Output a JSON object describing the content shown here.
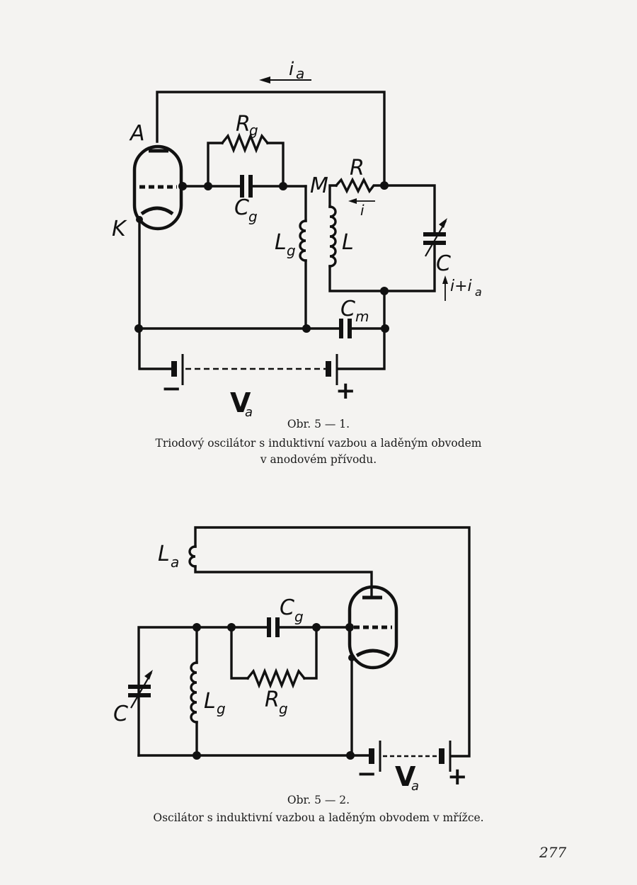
{
  "figure1": {
    "labels": {
      "anode": "A",
      "cathode": "K",
      "rg": "R",
      "rg_sub": "g",
      "cg": "C",
      "cg_sub": "g",
      "lg": "L",
      "lg_sub": "g",
      "m": "M",
      "r": "R",
      "l": "L",
      "i": "i",
      "c": "C",
      "i_plus_ia": "i+i",
      "i_plus_ia_sub": "a",
      "cm": "C",
      "cm_sub": "m",
      "ia": "i",
      "ia_sub": "a",
      "va": "V",
      "va_sub": "a",
      "minus": "−",
      "plus": "+"
    },
    "caption_number": "Obr. 5 — 1.",
    "caption_line1": "Triodový oscilátor s induktivní vazbou a laděným obvodem",
    "caption_line2": "v anodovém přívodu."
  },
  "figure2": {
    "labels": {
      "la": "L",
      "la_sub": "a",
      "cg": "C",
      "cg_sub": "g",
      "c": "C",
      "lg": "L",
      "lg_sub": "g",
      "rg": "R",
      "rg_sub": "g",
      "va": "V",
      "va_sub": "a",
      "minus": "−",
      "plus": "+"
    },
    "caption_number": "Obr. 5 — 2.",
    "caption_line1": "Oscilátor s induktivní vazbou a laděným obvodem v mřížce."
  },
  "page_number": "277"
}
